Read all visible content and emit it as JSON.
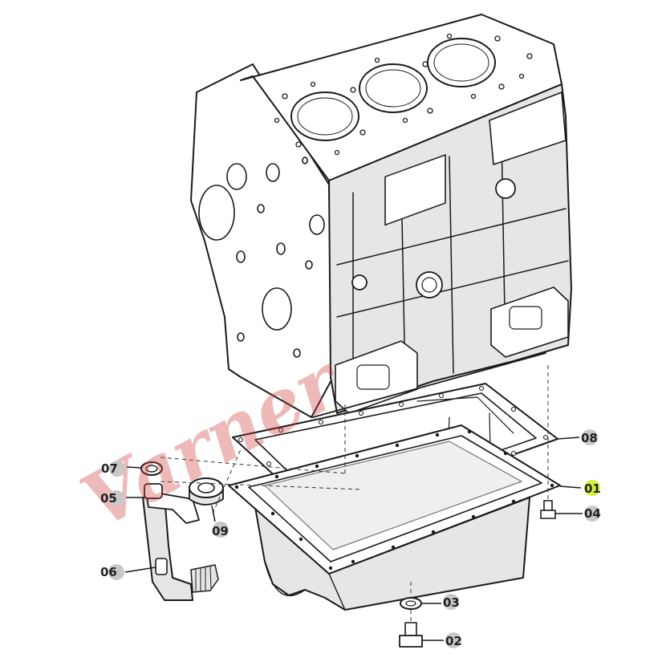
{
  "watermark": {
    "text": "Varner"
  },
  "colors": {
    "ink": "#1a1a1a",
    "callout": "#c8c8c8",
    "callout_highlight": "#d7ef3a",
    "watermark": "#d13a3a"
  },
  "parts": [
    {
      "id": "p01",
      "label": "01",
      "highlight": true
    },
    {
      "id": "p02",
      "label": "02",
      "highlight": false
    },
    {
      "id": "p03",
      "label": "03",
      "highlight": false
    },
    {
      "id": "p04",
      "label": "04",
      "highlight": false
    },
    {
      "id": "p05",
      "label": "05",
      "highlight": false
    },
    {
      "id": "p06",
      "label": "06",
      "highlight": false
    },
    {
      "id": "p07",
      "label": "07",
      "highlight": false
    },
    {
      "id": "p08",
      "label": "08",
      "highlight": false
    },
    {
      "id": "p09",
      "label": "09",
      "highlight": false
    }
  ]
}
